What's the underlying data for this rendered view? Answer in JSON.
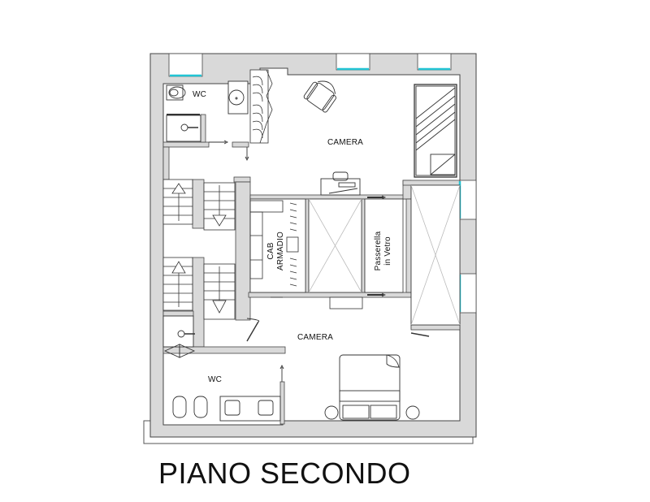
{
  "plan": {
    "title": "PIANO SECONDO",
    "colors": {
      "wall": "#d9d9d9",
      "line": "#333333",
      "window_glass": "#22c4d4",
      "background": "#ffffff"
    },
    "rooms": [
      {
        "id": "wc-top",
        "label": "WC"
      },
      {
        "id": "camera-top",
        "label": "CAMERA"
      },
      {
        "id": "cab-armadio",
        "label_line1": "CAB",
        "label_line2": "ARMADIO"
      },
      {
        "id": "passerella",
        "label_line1": "Passerella",
        "label_line2": "in Vetro"
      },
      {
        "id": "camera-bottom",
        "label": "CAMERA"
      },
      {
        "id": "wc-bottom",
        "label": "WC"
      }
    ]
  }
}
